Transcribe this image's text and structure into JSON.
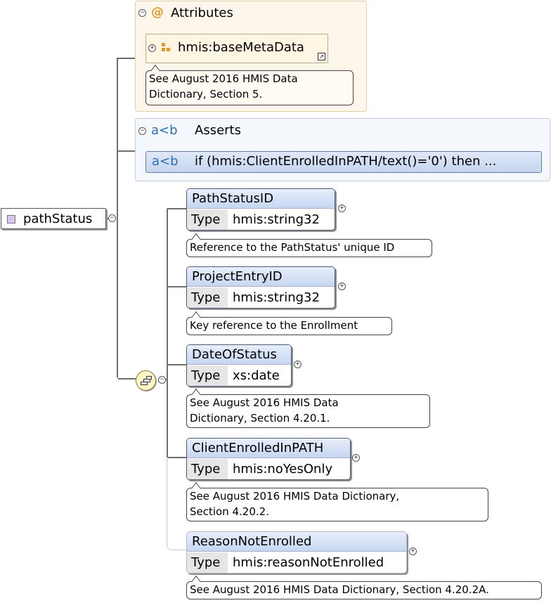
{
  "root": {
    "name": "pathStatus"
  },
  "attributes": {
    "title": "Attributes",
    "icon": "@",
    "items": [
      {
        "name": "hmis:baseMetaData",
        "note": [
          "See August 2016 HMIS Data",
          "Dictionary, Section 5."
        ]
      }
    ]
  },
  "asserts": {
    "icon": "a<b",
    "title": "Asserts",
    "items": [
      {
        "icon": "a<b",
        "expression": "if (hmis:ClientEnrolledInPATH/text()='0') then ..."
      }
    ]
  },
  "sequence": {
    "type_label": "Type",
    "elements": [
      {
        "name": "PathStatusID",
        "type": "hmis:string32",
        "note": [
          "Reference to the PathStatus' unique ID"
        ]
      },
      {
        "name": "ProjectEntryID",
        "type": "hmis:string32",
        "note": [
          "Key reference to the Enrollment"
        ]
      },
      {
        "name": "DateOfStatus",
        "type": "xs:date",
        "note": [
          "See August 2016 HMIS Data",
          "Dictionary, Section 4.20.1."
        ]
      },
      {
        "name": "ClientEnrolledInPATH",
        "type": "hmis:noYesOnly",
        "note": [
          "See August 2016 HMIS Data Dictionary,",
          "Section 4.20.2."
        ]
      },
      {
        "name": "ReasonNotEnrolled",
        "type": "hmis:reasonNotEnrolled",
        "note": [
          "See August 2016 HMIS Data Dictionary, Section 4.20.2A."
        ]
      }
    ]
  },
  "toggles": {
    "collapse": "−",
    "expand": "+"
  },
  "colors": {
    "attr_accent": "#e09a2a",
    "assert_accent": "#2a6fb0",
    "element_header": "#c6d6f1"
  }
}
